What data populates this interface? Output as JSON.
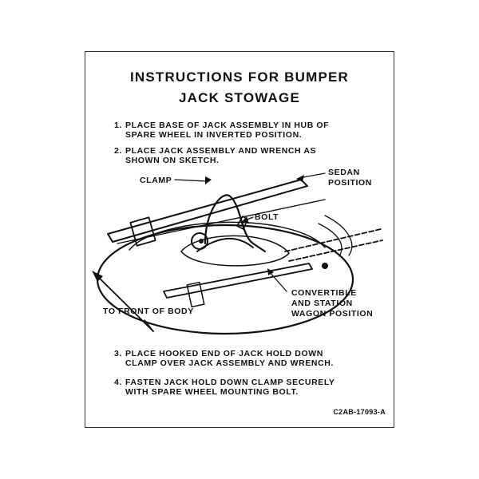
{
  "decal": {
    "title_line1": "INSTRUCTIONS FOR BUMPER",
    "title_line2": "JACK STOWAGE",
    "steps": [
      {
        "num": "1.",
        "line1": "PLACE BASE OF JACK ASSEMBLY IN HUB OF",
        "line2": "SPARE WHEEL IN INVERTED POSITION."
      },
      {
        "num": "2.",
        "line1": "PLACE JACK ASSEMBLY AND WRENCH AS",
        "line2": "SHOWN ON SKETCH."
      },
      {
        "num": "3.",
        "line1": "PLACE HOOKED END OF JACK HOLD DOWN",
        "line2": "CLAMP OVER JACK ASSEMBLY AND WRENCH."
      },
      {
        "num": "4.",
        "line1": "FASTEN JACK HOLD DOWN CLAMP SECURELY",
        "line2": "WITH SPARE WHEEL MOUNTING BOLT."
      }
    ],
    "labels": {
      "clamp": "CLAMP",
      "bolt": "BOLT",
      "sedan_1": "SEDAN",
      "sedan_2": "POSITION",
      "conv_1": "CONVERTIBLE",
      "conv_2": "AND STATION",
      "conv_3": "WAGON POSITION",
      "front": "TO FRONT OF BODY"
    },
    "part_number": "C2AB-17093-A"
  }
}
